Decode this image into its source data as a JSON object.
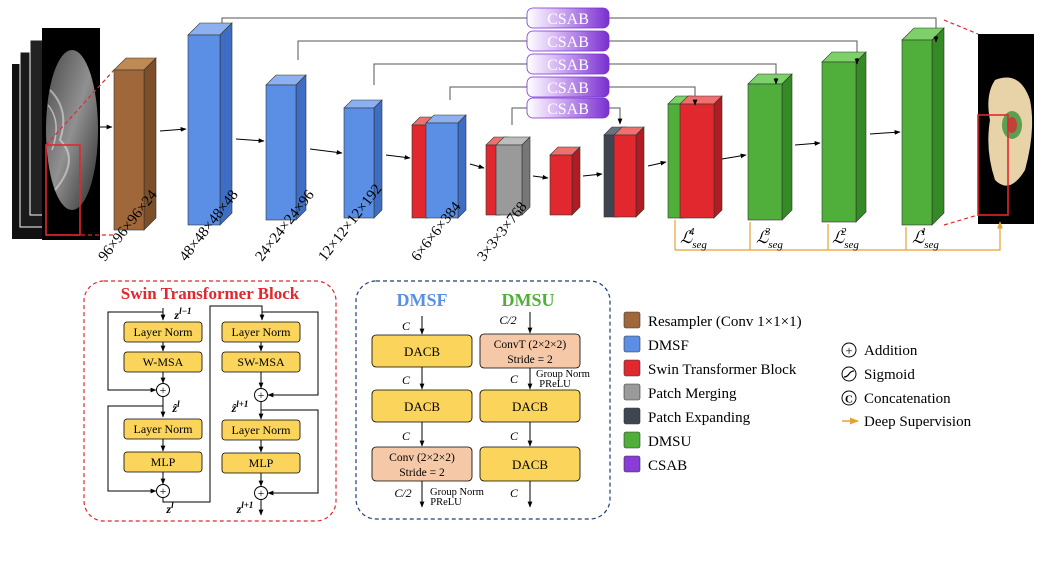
{
  "architecture": {
    "stages": [
      {
        "dim": "96×96×96×24"
      },
      {
        "dim": "48×48×48×48"
      },
      {
        "dim": "24×24×24×96"
      },
      {
        "dim": "12×12×12×192"
      },
      {
        "dim": "6×6×6×384"
      },
      {
        "dim": "3×3×3×768"
      }
    ],
    "csab_label": "CSAB",
    "loss_labels": [
      {
        "sym": "ℒ",
        "sub": "seg",
        "sup": "4"
      },
      {
        "sym": "ℒ",
        "sub": "seg",
        "sup": "3"
      },
      {
        "sym": "ℒ",
        "sub": "seg",
        "sup": "2"
      },
      {
        "sym": "ℒ",
        "sub": "seg",
        "sup": "1"
      }
    ]
  },
  "swin_block": {
    "title": "Swin Transformer Block",
    "left": {
      "top_var": "z",
      "top_sup": "l−1",
      "norm1": "Layer Norm",
      "attn": "W-MSA",
      "mid_var": "ẑ",
      "mid_sup": "l",
      "norm2": "Layer Norm",
      "mlp": "MLP",
      "out_var": "z",
      "out_sup": "l"
    },
    "right": {
      "norm1": "Layer Norm",
      "attn": "SW-MSA",
      "mid_var": "ẑ",
      "mid_sup": "l+1",
      "norm2": "Layer Norm",
      "mlp": "MLP",
      "out_var": "z",
      "out_sup": "l+1"
    }
  },
  "dmsf_dmsu": {
    "dmsf_title": "DMSF",
    "dmsu_title": "DMSU",
    "dmsf": {
      "c1": "C",
      "block1": "DACB",
      "c2": "C",
      "block2": "DACB",
      "c3": "C",
      "conv_line1": "Conv (2×2×2)",
      "conv_line2": "Stride = 2",
      "out": "C/2",
      "norm1": "Group Norm",
      "norm2": "PReLU"
    },
    "dmsu": {
      "c1": "C/2",
      "convt_line1": "ConvT (2×2×2)",
      "convt_line2": "Stride = 2",
      "norm1": "Group Norm",
      "norm2": "PReLU",
      "c2": "C",
      "block1": "DACB",
      "c3": "C",
      "block2": "DACB",
      "out": "C"
    }
  },
  "legend": [
    {
      "label": "Resampler (Conv 1×1×1)",
      "color": "#a0683a"
    },
    {
      "label": "DMSF",
      "color": "#5b8fe6"
    },
    {
      "label": "Swin Transformer Block",
      "color": "#e0282e"
    },
    {
      "label": "Patch Merging",
      "color": "#9a9a9a"
    },
    {
      "label": "Patch Expanding",
      "color": "#3f4652"
    },
    {
      "label": "DMSU",
      "color": "#4faf3a"
    },
    {
      "label": "CSAB",
      "color": "#8a3cd8"
    }
  ],
  "symbols": [
    {
      "glyph": "+",
      "label": "Addition"
    },
    {
      "glyph": "S",
      "label": "Sigmoid"
    },
    {
      "glyph": "C",
      "label": "Concatenation"
    },
    {
      "glyph": "→",
      "label": "Deep Supervision"
    }
  ],
  "colors": {
    "resampler": "#a0683a",
    "dmsf": "#5b8fe6",
    "swin": "#e0282e",
    "merge": "#9a9a9a",
    "expand": "#3f4652",
    "dmsu": "#4faf3a",
    "csab": "#8a3cd8",
    "orange_box": "#f5c9a8",
    "yellow_box": "#fbd45c",
    "deep_supervision": "#e8a030"
  }
}
